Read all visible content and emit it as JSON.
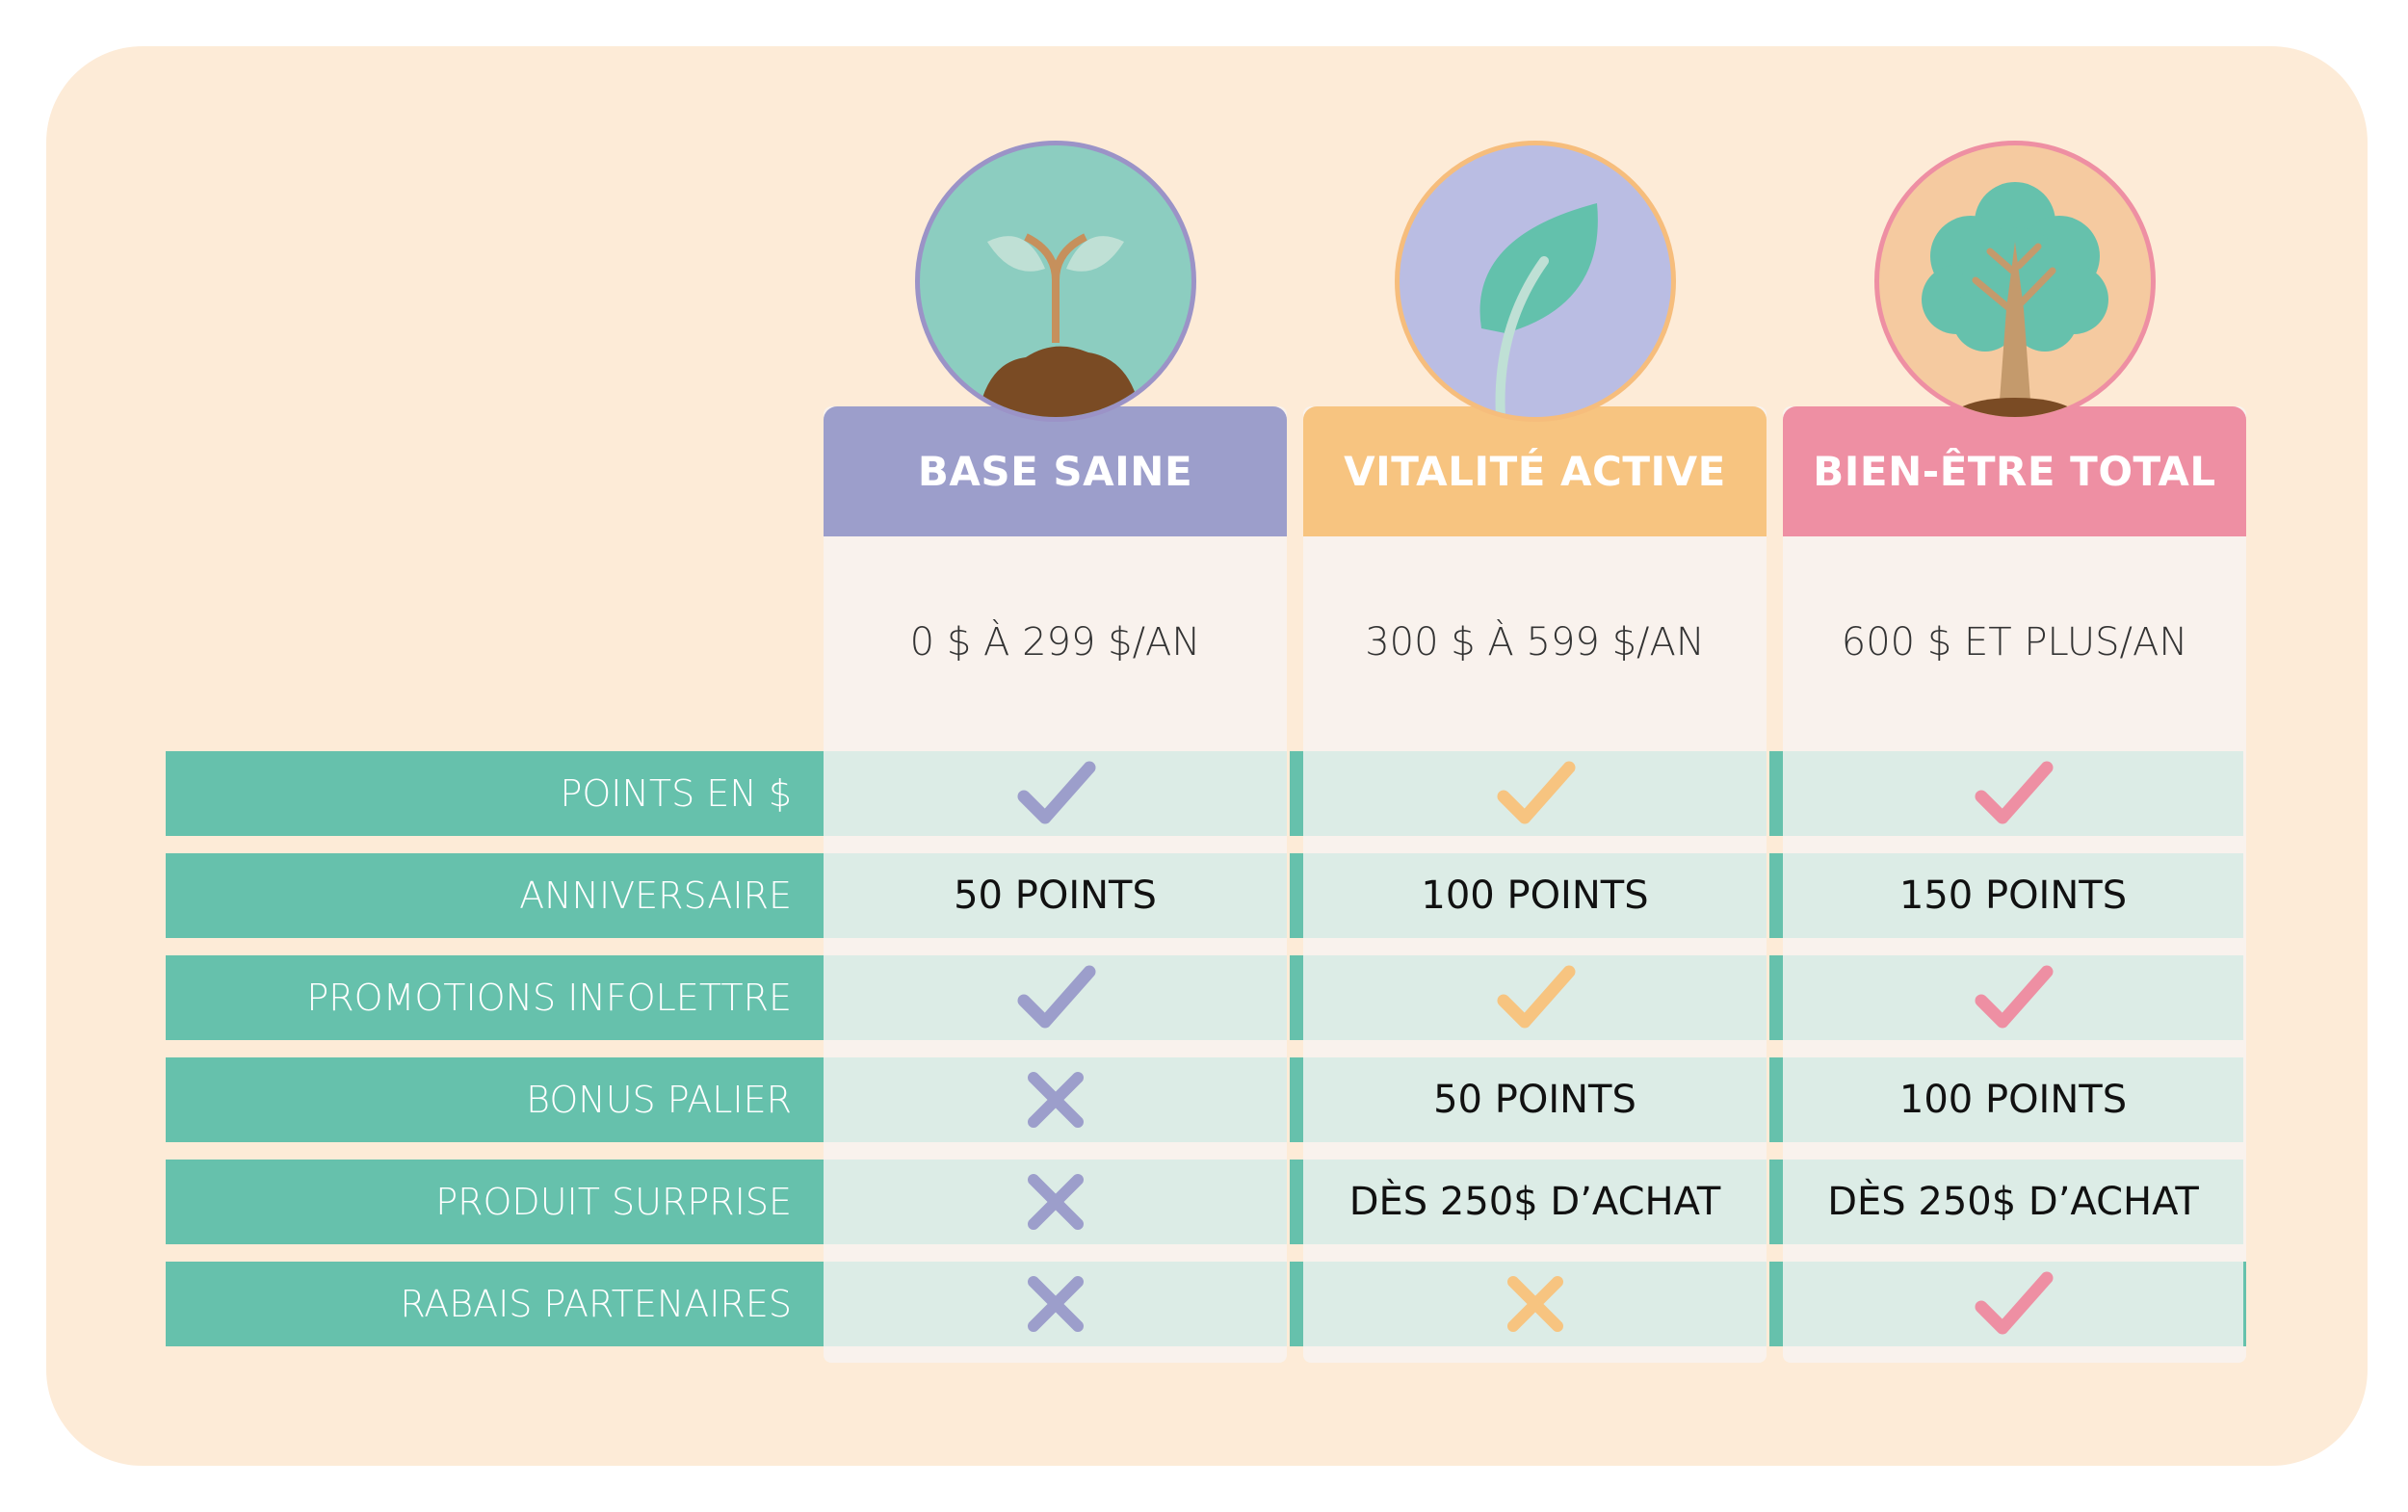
{
  "tiers": [
    {
      "name": "BASE SAINE",
      "price": "0 $ À 299 $/AN",
      "color": "#9c9ecb",
      "icon": "sprout-icon"
    },
    {
      "name": "VITALITÉ ACTIVE",
      "price": "300 $ À 599 $/AN",
      "color": "#f7c480",
      "icon": "leaf-icon"
    },
    {
      "name": "BIEN-ÊTRE TOTAL",
      "price": "600 $ ET PLUS/AN",
      "color": "#ee8fa3",
      "icon": "tree-icon"
    }
  ],
  "rows": [
    {
      "label": "POINTS EN $",
      "values": [
        "check",
        "check",
        "check"
      ]
    },
    {
      "label": "ANNIVERSAIRE",
      "values": [
        "50 POINTS",
        "100 POINTS",
        "150 POINTS"
      ]
    },
    {
      "label": "PROMOTIONS INFOLETTRE",
      "values": [
        "check",
        "check",
        "check"
      ]
    },
    {
      "label": "BONUS PALIER",
      "values": [
        "cross",
        "50 POINTS",
        "100 POINTS"
      ]
    },
    {
      "label": "PRODUIT SURPRISE",
      "values": [
        "cross",
        "DÈS 250$ D’ACHAT",
        "DÈS 250$ D’ACHAT"
      ]
    },
    {
      "label": "RABAIS PARTENAIRES",
      "values": [
        "cross",
        "cross",
        "check"
      ]
    }
  ]
}
